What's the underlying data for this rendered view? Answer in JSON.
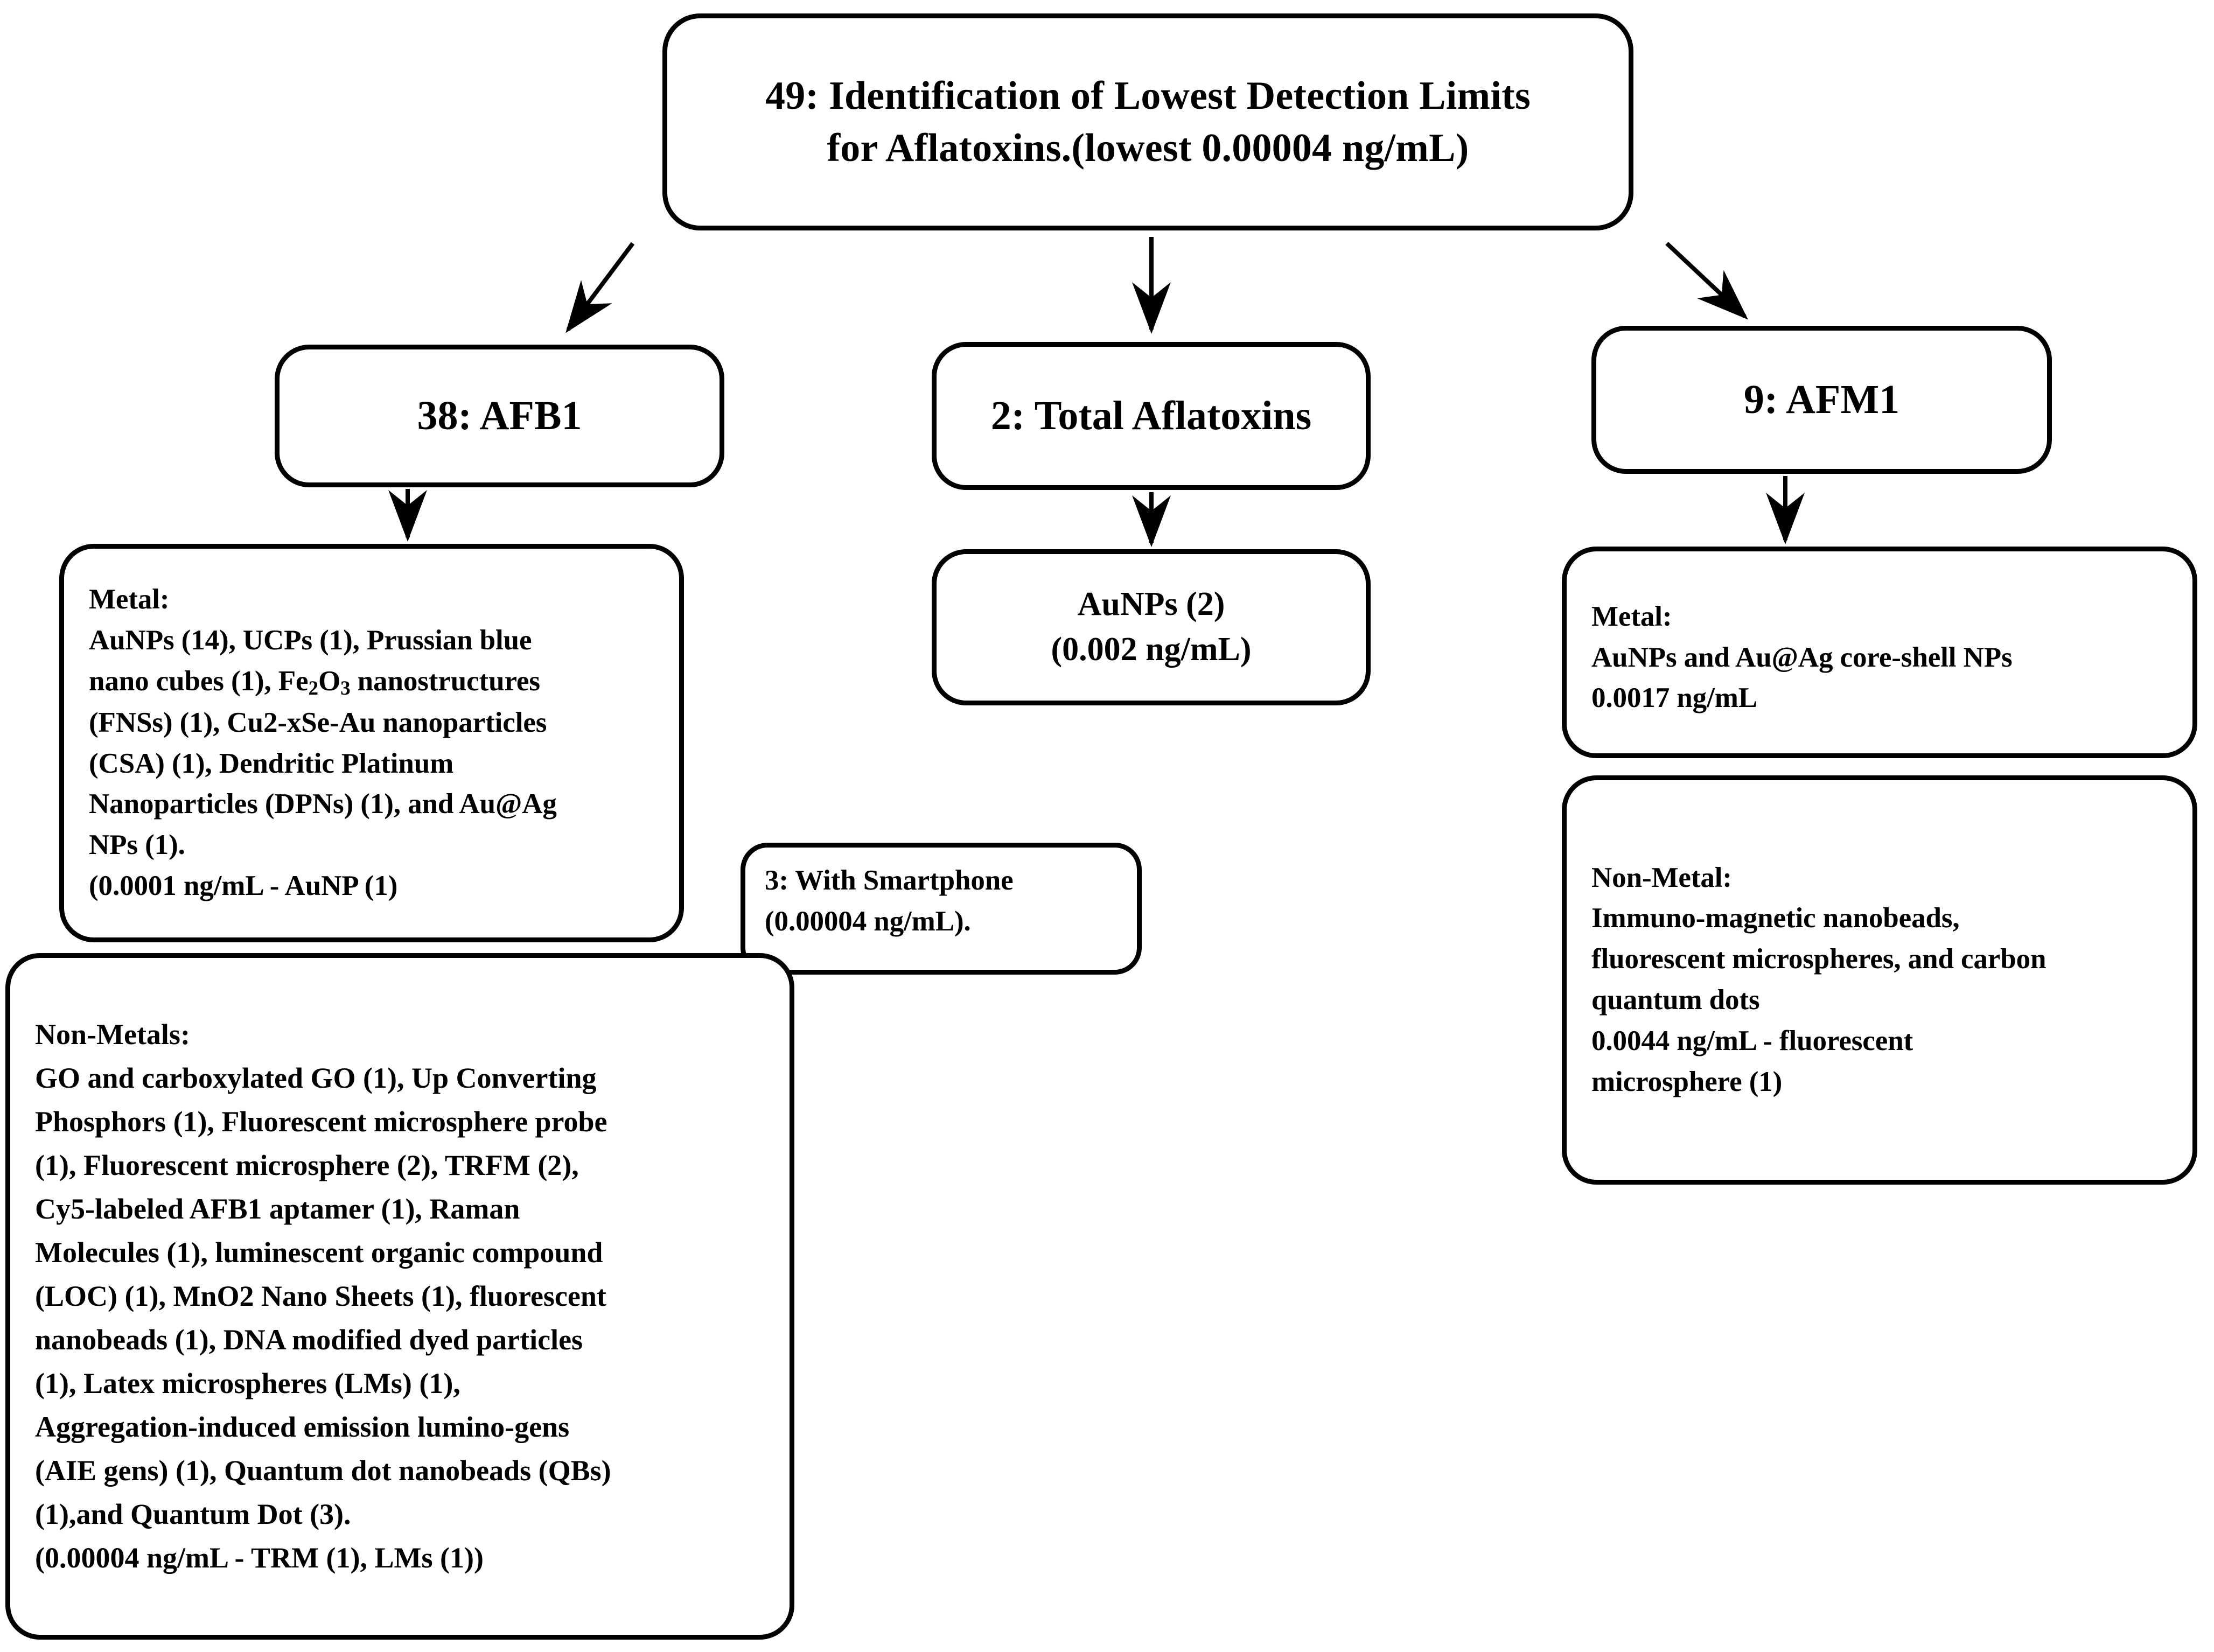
{
  "diagram": {
    "type": "flowchart",
    "title_node": {
      "label_line1": "49: Identification of Lowest Detection Limits",
      "label_line2": "for Aflatoxins.(lowest 0.00004 ng/mL)"
    },
    "branches": [
      {
        "id": "afb1",
        "label": "38: AFB1"
      },
      {
        "id": "total",
        "label": "2: Total Aflatoxins"
      },
      {
        "id": "afm1",
        "label": "9: AFM1"
      }
    ],
    "afb1_metal": {
      "heading": "Metal:",
      "lines": [
        "AuNPs (14), UCPs (1), Prussian blue",
        "nano cubes (1), Fe2O3 nanostructures",
        "(FNSs) (1), Cu2-xSe-Au nanoparticles",
        "(CSA) (1), Dendritic Platinum",
        "Nanoparticles (DPNs)  (1), and Au@Ag",
        "NPs (1).",
        "(0.0001 ng/mL - AuNP (1)"
      ],
      "lod": "0.0001 ng/mL"
    },
    "afb1_nonmetals": {
      "heading": "Non-Metals:",
      "lines": [
        "GO and carboxylated GO (1), Up Converting",
        "Phosphors (1), Fluorescent microsphere probe",
        "(1), Fluorescent microsphere (2), TRFM (2),",
        "Cy5-labeled AFB1 aptamer (1), Raman",
        "Molecules (1), luminescent organic compound",
        "(LOC) (1), MnO2 Nano Sheets (1), fluorescent",
        "nanobeads (1), DNA modified dyed particles",
        "(1), Latex microspheres (LMs) (1),",
        "Aggregation-induced emission lumino-gens",
        "(AIE gens) (1), Quantum dot nanobeads (QBs)",
        "(1),and Quantum Dot (3).",
        "(0.00004 ng/mL - TRM (1), LMs (1))"
      ],
      "lod": "0.00004 ng/mL"
    },
    "total_aunps": {
      "line1": "AuNPs (2)",
      "line2": "(0.002 ng/mL)",
      "lod": "0.002 ng/mL"
    },
    "smartphone": {
      "line1": "3: With Smartphone",
      "line2": "(0.00004 ng/mL).",
      "lod": "0.00004 ng/mL"
    },
    "afm1_metal": {
      "heading": "Metal:",
      "lines": [
        "AuNPs and Au@Ag core-shell NPs",
        "0.0017 ng/mL"
      ],
      "lod": "0.0017 ng/mL"
    },
    "afm1_nonmetal": {
      "heading": "Non-Metal:",
      "lines": [
        "Immuno-magnetic nanobeads,",
        "fluorescent microspheres, and carbon",
        "quantum dots",
        "0.0044 ng/mL - fluorescent",
        "microsphere (1)"
      ],
      "lod": "0.0044 ng/mL"
    },
    "connectors": [
      {
        "from": "title",
        "to": "afb1",
        "style": "diagonal-arrow"
      },
      {
        "from": "title",
        "to": "total",
        "style": "vertical-arrow"
      },
      {
        "from": "title",
        "to": "afm1",
        "style": "diagonal-arrow"
      },
      {
        "from": "afb1",
        "to": "afb1_metal",
        "style": "vertical-arrow"
      },
      {
        "from": "total",
        "to": "total_aunps",
        "style": "vertical-arrow"
      },
      {
        "from": "afm1",
        "to": "afm1_metal",
        "style": "vertical-arrow"
      }
    ],
    "colors": {
      "stroke": "#000000",
      "fill": "#ffffff",
      "text": "#000000"
    }
  }
}
